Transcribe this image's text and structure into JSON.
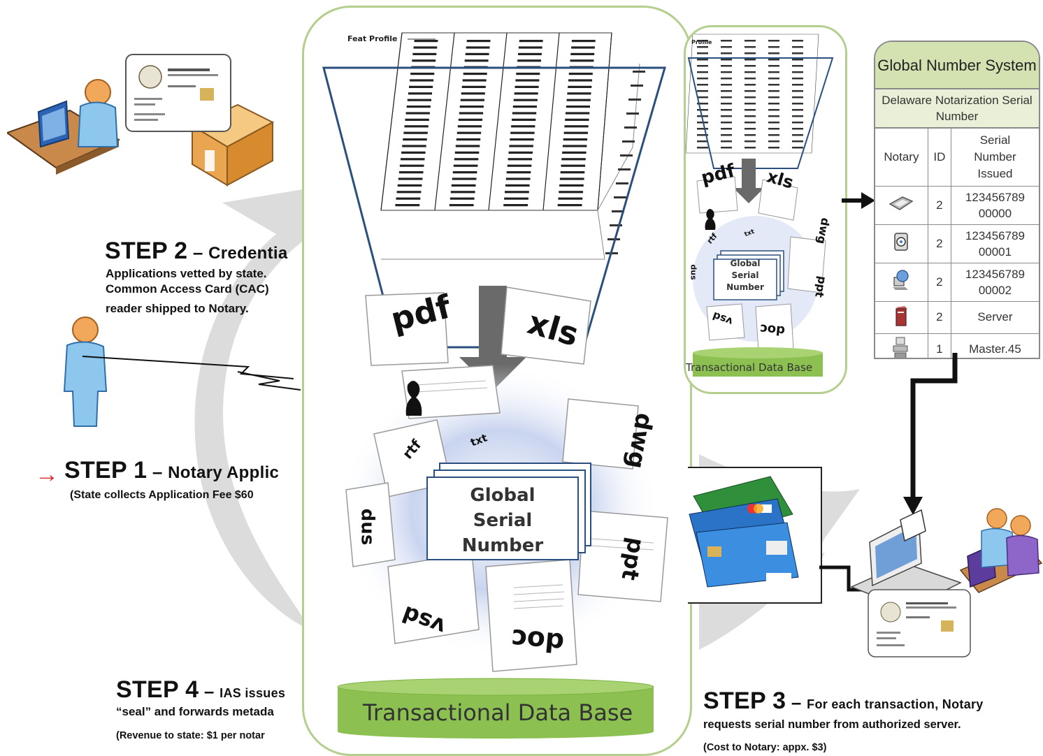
{
  "steps": {
    "step1": {
      "title": "STEP 1",
      "dash": " – ",
      "subtitle": "Notary Applic",
      "note": "(State collects Application Fee $60"
    },
    "step2": {
      "title": "STEP 2",
      "dash": " – ",
      "subtitle": "Credentia",
      "lines": [
        "Applications vetted by state.",
        "Common Access Card (CAC)",
        "reader shipped to Notary."
      ]
    },
    "step3": {
      "title": "STEP 3",
      "dash": " – ",
      "subtitle": "For each transaction, Notary",
      "line2": "requests serial number from authorized server.",
      "note": "(Cost to Notary: appx. $3)"
    },
    "step4": {
      "title": "STEP 4",
      "dash": " – ",
      "subtitle": "IAS issues",
      "line2": "“seal” and forwards metada",
      "note": "(Revenue to state: $1 per notar"
    }
  },
  "center": {
    "feat_profile_label": "Feat Profile",
    "doc_tags": {
      "pdf": "pdf",
      "xls": "xls",
      "dwg": "dwg",
      "rtf": "rtf",
      "txt": "txt",
      "dus": "dus",
      "vsd": "vsd",
      "doc": "doc",
      "ppt": "ppt"
    },
    "serial_card": [
      "Global",
      "Serial",
      "Number"
    ],
    "db_label": "Transactional Data Base"
  },
  "small": {
    "feat_profile_label": "Profile",
    "doc_tags": {
      "pdf": "pdf",
      "xls": "xls",
      "dwg": "dwg",
      "ppt": "ppt",
      "doc": "doc",
      "vsd": "vsd",
      "rtf": "rtf",
      "txt": "txt",
      "dus": "dus"
    },
    "serial_card": [
      "Global",
      "Serial",
      "Number"
    ],
    "db_label": "Transactional Data Base"
  },
  "gns": {
    "title": "Global Number System",
    "subtitle": "Delaware Notarization Serial Number",
    "headers": [
      "Notary",
      "ID",
      "Serial Number Issued"
    ],
    "rows": [
      {
        "icon": "card-reader-icon",
        "id": "2",
        "serial": "123456789 00000"
      },
      {
        "icon": "scanner-icon",
        "id": "2",
        "serial": "123456789 00001"
      },
      {
        "icon": "globe-computer-icon",
        "id": "2",
        "serial": "123456789 00002"
      },
      {
        "icon": "server-icon",
        "id": "2",
        "serial": "Server"
      },
      {
        "icon": "master-server-icon",
        "id": "1",
        "serial": "Master.45"
      }
    ]
  },
  "colors": {
    "panel_border": "#b4cf8d",
    "db_green": "#8cc152",
    "funnel_blue": "#2a4f7e",
    "arrow_red": "#d62a2a",
    "cycle_gray": "#d9d9d9",
    "table_header": "#d4e2b2"
  }
}
